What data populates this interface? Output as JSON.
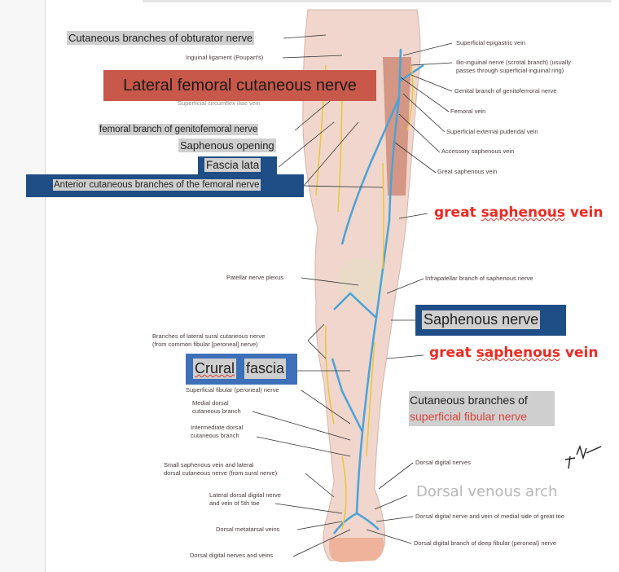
{
  "slide": {
    "labels_left": {
      "obturator": "Cutaneous branches of obturator nerve",
      "inguinal": "Inguinal ligament (Poupart's)",
      "lateral_femoral": "Lateral femoral cutaneous nerve",
      "circumflex": "Superficial circumflex iliac vein",
      "genitofemoral": "femoral branch of genitofemoral nerve",
      "saphenous_opening": "Saphenous opening",
      "fascia_lata": "Fascia lata",
      "anterior_cutaneous": "Anterior cutaneous branches of the femoral nerve",
      "patellar": "Patellar nerve plexus",
      "lateral_sural_1": "Branches of lateral sural cutaneous nerve",
      "lateral_sural_2": "(from common fibular [peroneal] nerve)",
      "crural_1": "Crural",
      "crural_2": "fascia",
      "superficial_fibular": "Superficial fibular (peroneal) nerve",
      "medial_dorsal_1": "Medial dorsal",
      "medial_dorsal_2": "cutaneous branch",
      "intermediate_1": "Intermediate dorsal",
      "intermediate_2": "cutaneous branch",
      "small_saphenous_1": "Small saphenous vein and lateral",
      "small_saphenous_2": "dorsal cutaneous nerve (from sural nerve)",
      "lateral_digital_1": "Lateral dorsal digital nerve",
      "lateral_digital_2": "and vein of 5th toe",
      "metatarsal": "Dorsal metatarsal veins",
      "digital_nerves_veins": "Dorsal digital nerves and veins"
    },
    "labels_right": {
      "epigastric": "Superficial epigastric vein",
      "ilioinguinal_1": "Ilio-inguinal nerve (scrotal branch) (usually",
      "ilioinguinal_2": "passes through superficial inguinal ring)",
      "genital_branch": "Genital branch of genitofemoral nerve",
      "femoral_vein": "Femoral vein",
      "pudendal": "Superficial external pudendal vein",
      "accessory": "Accessory saphenous vein",
      "great_small": "Great saphenous vein",
      "great_red_1": "great saphenous vein",
      "infrapatellar": "Infrapatellar branch of saphenous nerve",
      "saphenous_nerve": "Saphenous nerve",
      "great_red_2": "great saphenous vein",
      "cutaneous_fib_1": "Cutaneous branches of",
      "cutaneous_fib_2": "superficial fibular nerve",
      "dorsal_digital": "Dorsal digital nerves",
      "venous_arch": "Dorsal venous arch",
      "great_toe": "Dorsal digital nerve and vein of medial side of great toe",
      "deep_fibular": "Dorsal digital branch of deep fibular (peroneal) nerve"
    },
    "signature": "F. Netter"
  },
  "colors": {
    "red_box": "#c8584a",
    "blue_box": "#1f4e87",
    "red_text": "#ee2a22",
    "vein": "#4aa3d8",
    "nerve": "#e8c83a",
    "skin": "#f0d6cc"
  }
}
